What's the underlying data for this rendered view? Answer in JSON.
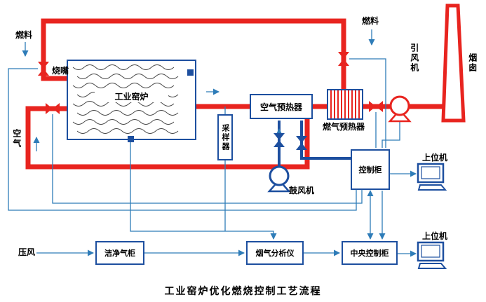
{
  "title": "工业窑炉优化燃烧控制工艺流程",
  "colors": {
    "pipe_red": "#e8241f",
    "device_blue": "#1d4f9f",
    "signal_blue": "#2e7cb8",
    "text": "#000000"
  },
  "components": {
    "fuel_left": {
      "label": "燃料"
    },
    "burner": {
      "label": "烧嘴"
    },
    "furnace": {
      "label": "工业窑炉"
    },
    "air": {
      "label": "空气"
    },
    "sampler": {
      "label": "采样器"
    },
    "air_preheater": {
      "label": "空气预热器"
    },
    "gas_preheater": {
      "label": "燃气预热器"
    },
    "fuel_right": {
      "label": "燃料"
    },
    "induced_fan": {
      "label": "引风机"
    },
    "chimney": {
      "label": "烟囱"
    },
    "blower": {
      "label": "鼓风机"
    },
    "control_cabinet": {
      "label": "控制柜"
    },
    "host_computer_top": {
      "label": "上位机"
    },
    "host_computer_bottom": {
      "label": "上位机"
    },
    "compressed_air": {
      "label": "压风"
    },
    "clean_gas_cabinet": {
      "label": "洁净气柜"
    },
    "flue_gas_analyzer": {
      "label": "烟气分析仪"
    },
    "central_control_cabinet": {
      "label": "中央控制柜"
    }
  }
}
